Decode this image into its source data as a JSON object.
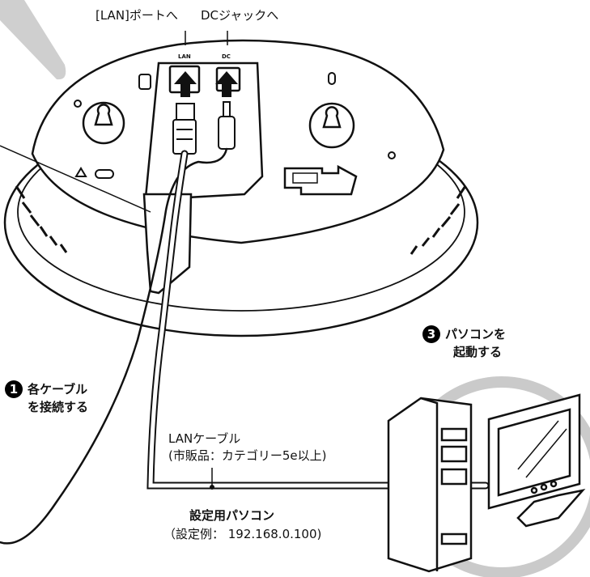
{
  "labels": {
    "lan_port": "[LAN]ポートへ",
    "dc_jack": "DCジャックへ",
    "port_lan_marking": "LAN",
    "port_dc_marking": "DC",
    "step1_line1": "各ケーブル",
    "step1_line2": "を接続する",
    "step1_number": "1",
    "step3_line1": "パソコンを",
    "step3_line2": "起動する",
    "step3_number": "3",
    "cable_line1": "LANケーブル",
    "cable_line2": "(市販品：カテゴリー5e以上)",
    "pc_title": "設定用パソコン",
    "pc_ip": "（設定例： 192.168.0.100)"
  },
  "colors": {
    "outline": "#111111",
    "gray_ring": "#c8c8c8",
    "device_fill": "#ffffff"
  }
}
